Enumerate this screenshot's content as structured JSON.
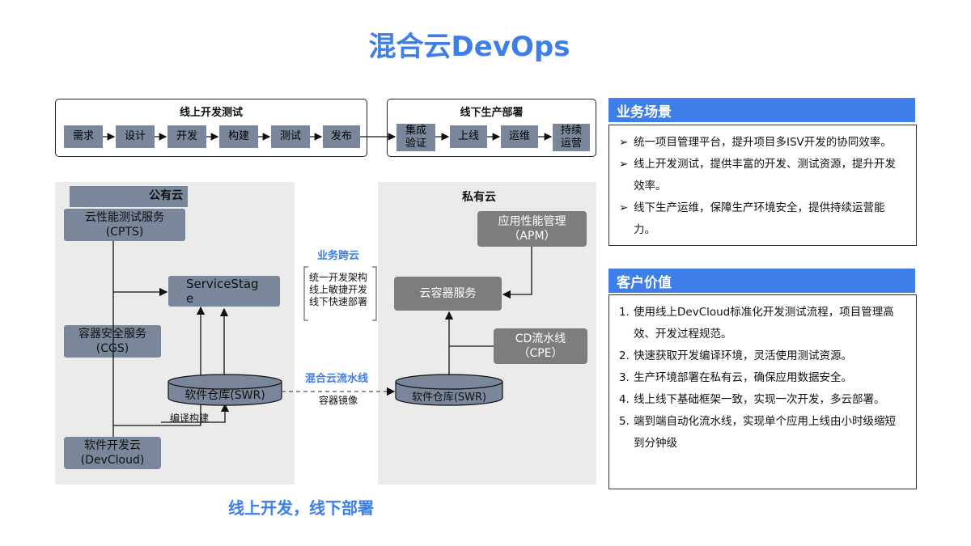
{
  "title": "混合云DevOps",
  "online_flow": {
    "title": "线上开发测试",
    "steps": [
      "需求",
      "设计",
      "开发",
      "构建",
      "测试",
      "发布"
    ]
  },
  "offline_flow": {
    "title": "线下生产部署",
    "steps": [
      "集成\n验证",
      "上线",
      "运维",
      "持续\n运营"
    ]
  },
  "public_cloud": {
    "title": "公有云",
    "cpts": "云性能测试服务\n(CPTS)",
    "servicestage": "ServiceStag\ne",
    "cgs": "容器安全服务\n(CGS)",
    "swr": "软件仓库(SWR)",
    "build_label": "编译构建",
    "devcloud": "软件开发云\n(DevCloud)"
  },
  "cross_cloud": {
    "label": "业务跨云",
    "lines": "统一开发架构\n线上敏捷开发\n线下快速部署",
    "pipeline_label": "混合云流水线",
    "mirror_label": "容器镜像"
  },
  "private_cloud": {
    "title": "私有云",
    "apm": "应用性能管理\n（APM）",
    "container": "云容器服务",
    "cpe": "CD流水线\n（CPE）",
    "swr": "软件仓库(SWR)"
  },
  "caption": "线上开发，线下部署",
  "business": {
    "title": "业务场景",
    "marker": "➢",
    "items": [
      "统一项目管理平台，提升项目多ISV开发的协同效率。",
      "线上开发测试，提供丰富的开发、测试资源，提升开发效率。",
      "线下生产运维，保障生产环境安全，提供持续运营能力。"
    ]
  },
  "value": {
    "title": "客户价值",
    "items": [
      {
        "num": "1.",
        "text": "使用线上DevCloud标准化开发测试流程，项目管理高效、开发过程规范。"
      },
      {
        "num": "2.",
        "text": "快速获取开发编译环境，灵活使用测试资源。"
      },
      {
        "num": "3.",
        "text": "生产环境部署在私有云，确保应用数据安全。"
      },
      {
        "num": "4.",
        "text": "线上线下基础框架一致，实现一次开发，多云部署。"
      },
      {
        "num": "5.",
        "text": "端到端自动化流水线，实现单个应用上线由小时级缩短到分钟级"
      }
    ]
  },
  "colors": {
    "accent": "#3d7ee8",
    "node": "#7a869a",
    "private_node": "#7d7d7d",
    "panel": "#ebebeb"
  }
}
